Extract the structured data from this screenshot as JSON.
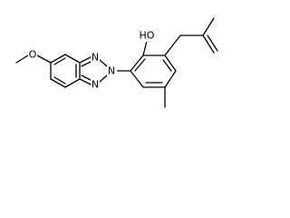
{
  "structure": {
    "atom_labels": {
      "oxygen_methoxy": "O",
      "hydroxyl": "HO",
      "nitrogen_top": "N",
      "nitrogen_center": "N",
      "nitrogen_bottom": "N"
    },
    "bond_color": "#000000",
    "background_color": "#ffffff"
  }
}
